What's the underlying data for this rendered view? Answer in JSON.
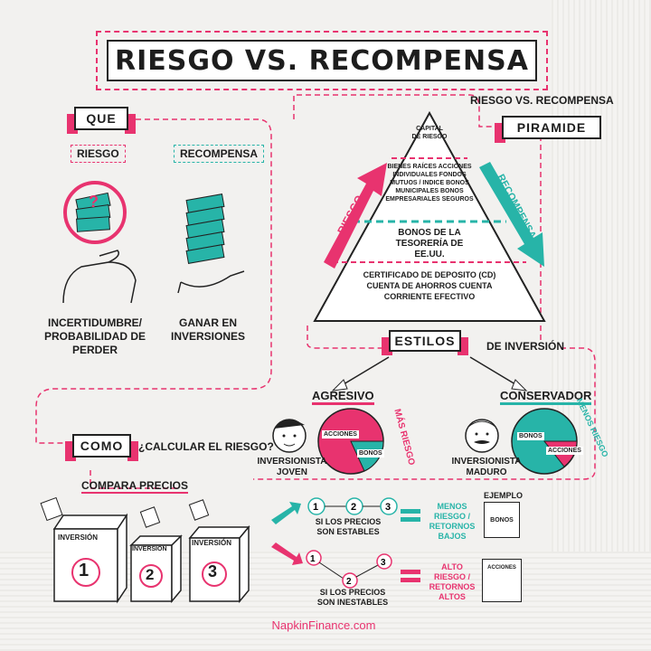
{
  "title": "RIESGO VS. RECOMPENSA",
  "que": {
    "banner": "QUE",
    "riesgo_label": "RIESGO",
    "recompensa_label": "RECOMPENSA",
    "riesgo_caption": "INCERTIDUMBRE/ PROBABILIDAD DE PERDER",
    "recompensa_caption": "GANAR EN INVERSIONES"
  },
  "piramide": {
    "heading": "RIESGO VS. RECOMPENSA",
    "banner": "PIRAMIDE",
    "arrow_left": "RIESGO",
    "arrow_right": "RECOMPENSA",
    "tier1": "CAPITAL DE RIESGO",
    "tier2": "BIENES RAÍCES ACCIONES INDIVIDUALES FONDOS MUTUOS / INDICE BONOS MUNICIPALES BONOS EMPRESARIALES SEGUROS",
    "tier3": "BONOS DE LA TESORERÍA DE EE.UU.",
    "tier4": "CERTIFICADO DE DEPOSITO (CD) CUENTA DE AHORROS CUENTA CORRIENTE EFECTIVO"
  },
  "estilos": {
    "banner": "ESTILOS",
    "subtitle": "DE INVERSIÓN",
    "agresivo": "AGRESIVO",
    "conservador": "CONSERVADOR",
    "mas_riesgo": "MÁS RIESGO",
    "menos_riesgo": "MENOS RIESGO",
    "joven": "INVERSIONISTA JOVEN",
    "maduro": "INVERSIONISTA MADURO",
    "acciones": "ACCIONES",
    "bonos": "BONOS"
  },
  "como": {
    "banner": "COMO",
    "question": "¿CALCULAR EL RIESGO?",
    "compara": "COMPARA PRECIOS",
    "inversion": "INVERSIÓN",
    "box_numbers": [
      "1",
      "2",
      "3"
    ],
    "estables": "SI LOS PRECIOS SON ESTABLES",
    "inestables": "SI LOS PRECIOS SON INESTABLES",
    "menos": "MENOS RIESGO / RETORNOS BAJOS",
    "alto": "ALTO RIESGO / RETORNOS ALTOS",
    "ejemplo": "EJEMPLO",
    "ej_bonos": "BONOS",
    "ej_acciones": "ACCIONES"
  },
  "footer": "NapkinFinance.com",
  "colors": {
    "pink": "#e8336f",
    "teal": "#27b4a8",
    "ink": "#1d1d1d"
  }
}
